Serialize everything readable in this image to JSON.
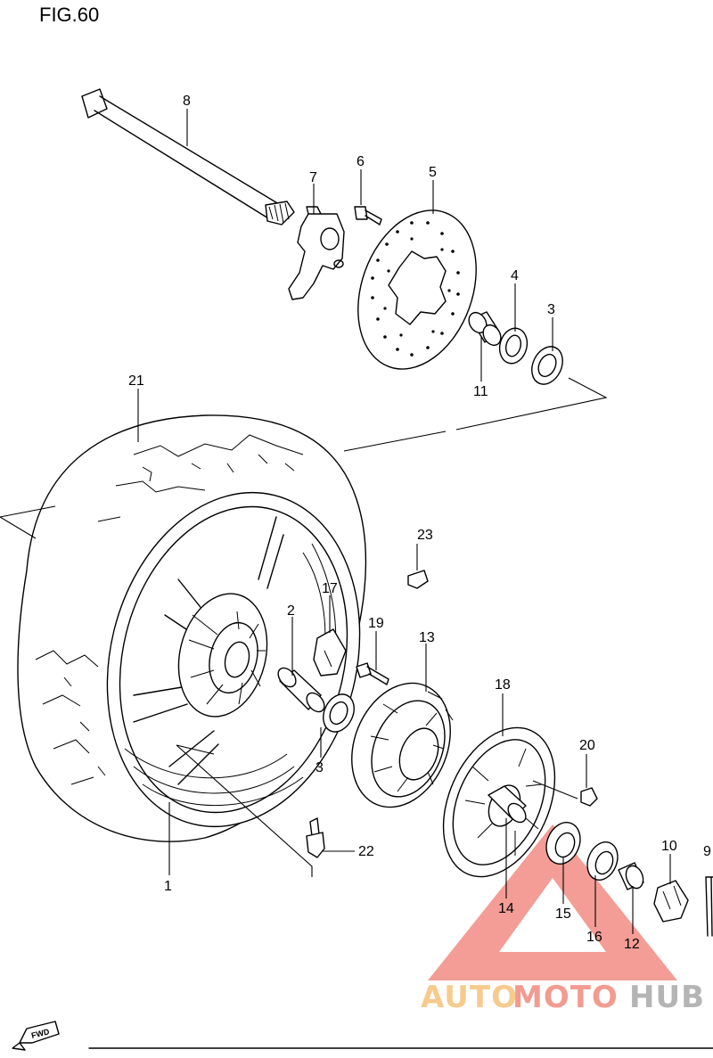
{
  "figure": {
    "title": "FIG.60"
  },
  "parts": [
    {
      "ref": "1",
      "label": "1"
    },
    {
      "ref": "2",
      "label": "2"
    },
    {
      "ref": "3a",
      "label": "3"
    },
    {
      "ref": "3b",
      "label": "3"
    },
    {
      "ref": "4",
      "label": "4"
    },
    {
      "ref": "5",
      "label": "5"
    },
    {
      "ref": "6",
      "label": "6"
    },
    {
      "ref": "7",
      "label": "7"
    },
    {
      "ref": "8",
      "label": "8"
    },
    {
      "ref": "9",
      "label": "9"
    },
    {
      "ref": "10",
      "label": "10"
    },
    {
      "ref": "11",
      "label": "11"
    },
    {
      "ref": "12",
      "label": "12"
    },
    {
      "ref": "13",
      "label": "13"
    },
    {
      "ref": "14",
      "label": "14"
    },
    {
      "ref": "15",
      "label": "15"
    },
    {
      "ref": "16",
      "label": "16"
    },
    {
      "ref": "17",
      "label": "17"
    },
    {
      "ref": "18",
      "label": "18"
    },
    {
      "ref": "19",
      "label": "19"
    },
    {
      "ref": "20",
      "label": "20"
    },
    {
      "ref": "21",
      "label": "21"
    },
    {
      "ref": "22",
      "label": "22"
    },
    {
      "ref": "23",
      "label": "23"
    }
  ],
  "fwd_marker": {
    "text": "FWD"
  },
  "watermark": {
    "text_auto": "AUTO",
    "text_moto": "MOTO",
    "text_hub": "HUB",
    "colors": {
      "auto": "#f5c27a",
      "moto": "#f08a7e",
      "hub": "#a8a8a8",
      "triangle": "#f07f75"
    }
  }
}
